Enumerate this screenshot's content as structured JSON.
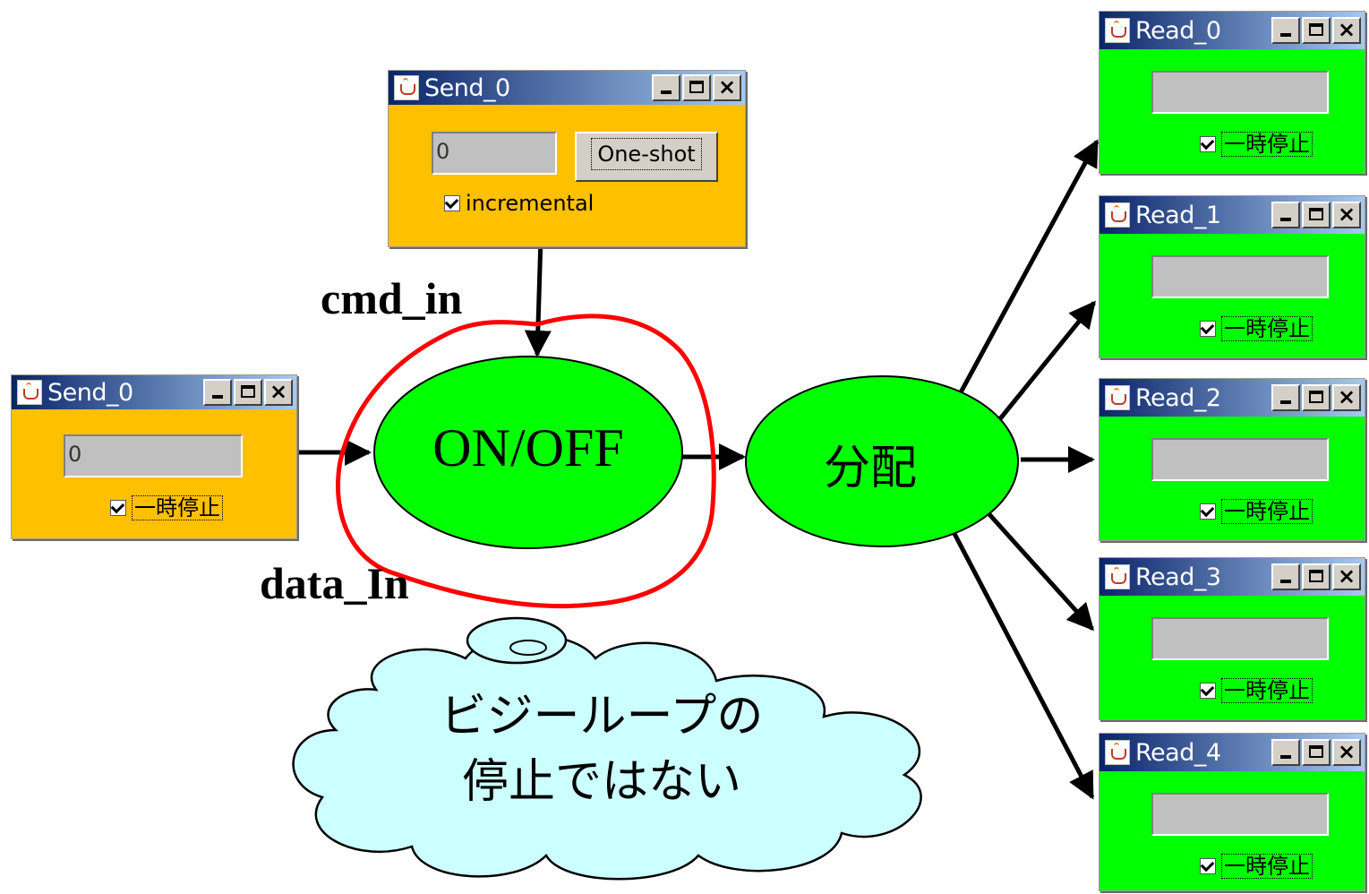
{
  "send_window_top": {
    "title": "Send_0",
    "value": "0",
    "button_label": "One-shot",
    "checkbox_label": "incremental",
    "checked": true
  },
  "send_window_left": {
    "title": "Send_0",
    "value": "0",
    "checkbox_label": "一時停止",
    "checked": true
  },
  "read_windows": [
    {
      "title": "Read_0",
      "value": "",
      "checkbox_label": "一時停止",
      "checked": true
    },
    {
      "title": "Read_1",
      "value": "",
      "checkbox_label": "一時停止",
      "checked": true
    },
    {
      "title": "Read_2",
      "value": "",
      "checkbox_label": "一時停止",
      "checked": true
    },
    {
      "title": "Read_3",
      "value": "",
      "checkbox_label": "一時停止",
      "checked": true
    },
    {
      "title": "Read_4",
      "value": "",
      "checkbox_label": "一時停止",
      "checked": true
    }
  ],
  "labels": {
    "cmd_in": "cmd_in",
    "data_in": "data_In"
  },
  "nodes": {
    "onoff": "ON/OFF",
    "distribute": "分配"
  },
  "callout": {
    "line1": "ビジーループの",
    "line2": "停止ではない"
  },
  "colors": {
    "node_fill": "#00ff00",
    "send_window_bg": "#ffc000",
    "read_window_bg": "#00ff00",
    "highlight_circle": "#ff0000",
    "cloud_fill": "#ccffff"
  }
}
